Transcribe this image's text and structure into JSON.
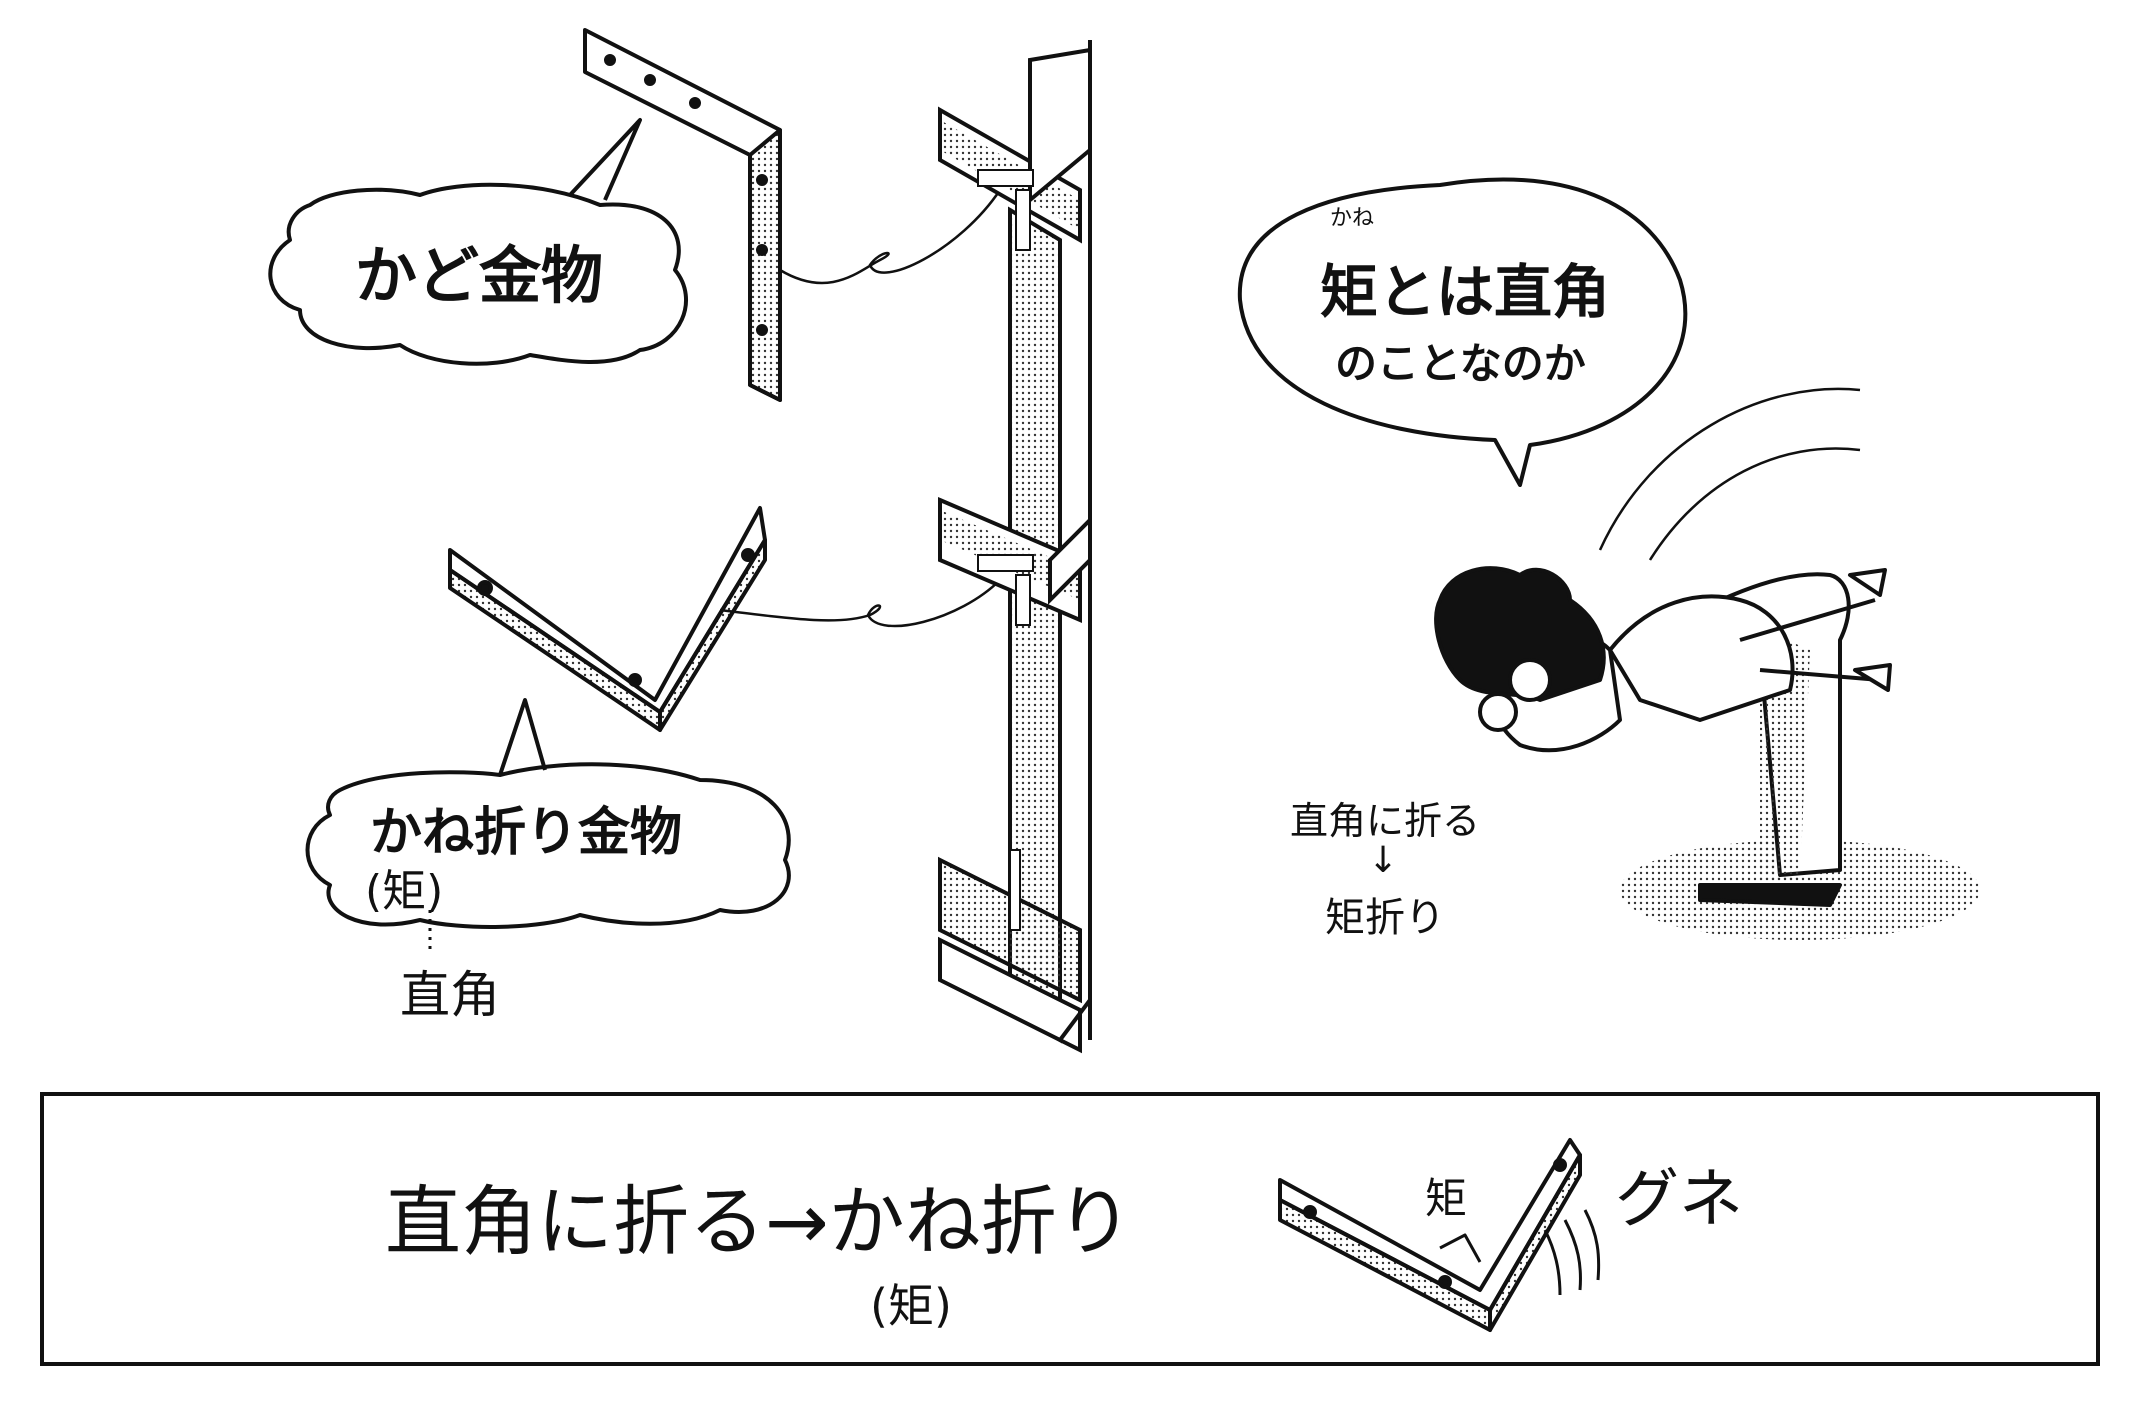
{
  "bubbles": {
    "kado": {
      "text": "かど金物"
    },
    "kaneori": {
      "text": "かね折り金物",
      "kanji": "(矩)",
      "meaning": "直角"
    },
    "speech": {
      "furigana": "かね",
      "line1": "矩とは直角",
      "line2": "のことなのか"
    }
  },
  "notes": {
    "fold_right_angle": "直角に折る",
    "arrow": "↓",
    "kaneori_kanji": "矩折り"
  },
  "bottom_panel": {
    "phrase": "直角に折る→かね折り",
    "phrase_kanji": "(矩)",
    "angle_label": "矩",
    "sfx": "グネ"
  }
}
